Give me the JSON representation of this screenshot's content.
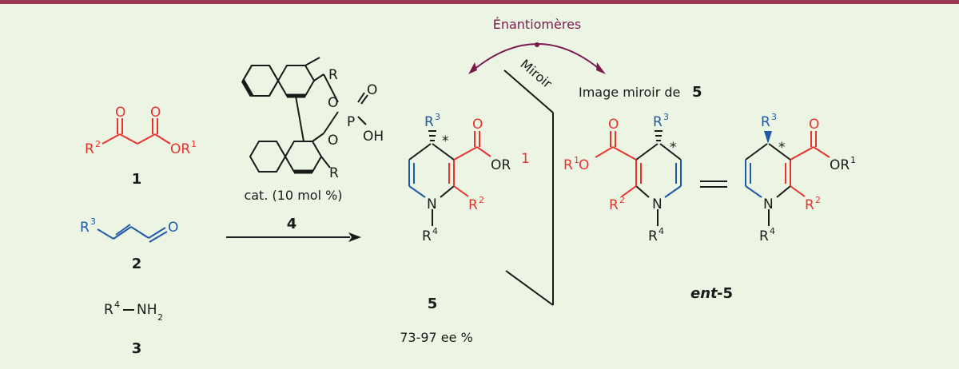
{
  "colors": {
    "background": "#ecf5e4",
    "top_band": "#9b3553",
    "reagent_red": "#e8322e",
    "reagent_blue": "#1f5aa6",
    "arrow_purple": "#7a1a4e",
    "ink": "#1a1a1a"
  },
  "labels": {
    "compound1": "1",
    "compound2": "2",
    "compound3": "3",
    "catalyst": "cat. (10 mol %)",
    "catalyst_num": "4",
    "product_num": "5",
    "ee": "73-97 ee %",
    "enantiomers": "Énantiomères",
    "mirror": "Miroir",
    "mirror_image": "Image miroir de",
    "mirror_image_num": "5",
    "ent_prefix": "ent",
    "ent_suffix": "-5"
  },
  "atoms": {
    "O": "O",
    "OR": "OR",
    "R": "R",
    "R1": "R",
    "R2": "R",
    "R3": "R",
    "R4": "R",
    "N": "N",
    "P": "P",
    "OH": "OH",
    "NH": "NH",
    "R1O": "R",
    "star": "*",
    "sup1": "1",
    "sup2": "2",
    "sup3": "3",
    "sup4": "4",
    "sub2": "2"
  }
}
